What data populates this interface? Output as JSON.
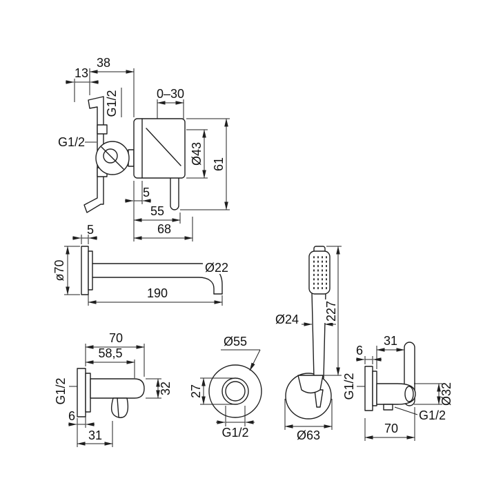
{
  "drawing": {
    "background": "#ffffff",
    "line_color": "#1f1f1f",
    "mixer": {
      "width_38": "38",
      "offset_13": "13",
      "thread_top": "G1/2",
      "depth_range": "0–30",
      "thread_inlet": "G1/2",
      "dia_43": "Ø43",
      "height_61": "61",
      "depth_5": "5",
      "width_55": "55",
      "width_68": "68"
    },
    "spout": {
      "thickness_5": "5",
      "dia_flange": "ø70",
      "dia_tube": "Ø22",
      "length_190": "190"
    },
    "holder": {
      "width_70": "70",
      "width_58_5": "58,5",
      "thread": "G1/2",
      "height_32": "32",
      "thickness_6": "6",
      "width_31": "31"
    },
    "escutcheon": {
      "dia_55": "Ø55",
      "bore_27": "27",
      "thread": "G1/2"
    },
    "handshower": {
      "dia_handle": "Ø24",
      "length_227": "227",
      "dia_flange": "Ø63"
    },
    "outlet": {
      "width_31": "31",
      "thickness_6": "6",
      "thread_inlet": "G1/2",
      "dia_32": "Ø32",
      "thread_outlet": "G1/2",
      "width_70": "70"
    }
  }
}
